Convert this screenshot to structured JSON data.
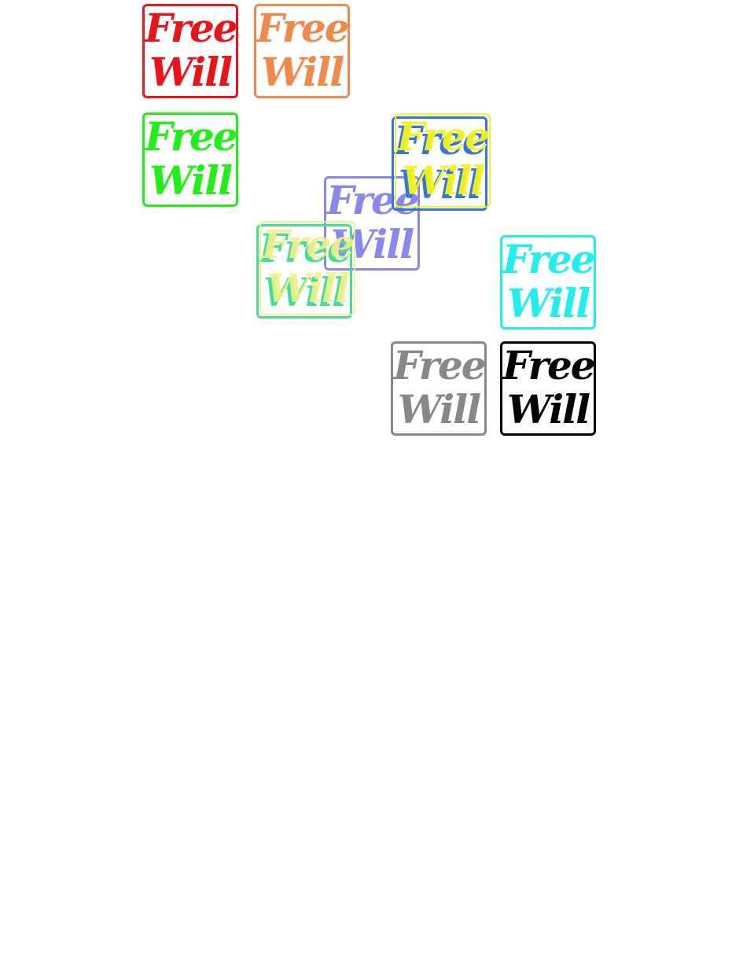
{
  "stamps": [
    {
      "id": "red",
      "line1": "Free",
      "line2": "Will",
      "color": "#e8141a"
    },
    {
      "id": "orange",
      "line1": "Free",
      "line2": "Will",
      "color": "#f08a4a"
    },
    {
      "id": "green",
      "line1": "Free",
      "line2": "Will",
      "color": "#22ee1a"
    },
    {
      "id": "violet",
      "line1": "Free",
      "line2": "Will",
      "color": "#8888ee"
    },
    {
      "id": "blue",
      "line1": "Free",
      "line2": "Will",
      "color": "#3377dd"
    },
    {
      "id": "yellow",
      "line1": "Free",
      "line2": "Will",
      "color": "#f4f41a"
    },
    {
      "id": "mint",
      "line1": "Free",
      "line2": "Will",
      "color": "#44dd99"
    },
    {
      "id": "light-yellow",
      "line1": "Free",
      "line2": "Will",
      "color": "#f2f088"
    },
    {
      "id": "cyan",
      "line1": "Free",
      "line2": "Will",
      "color": "#22eeee"
    },
    {
      "id": "gray",
      "line1": "Free",
      "line2": "Will",
      "color": "#888888"
    },
    {
      "id": "black",
      "line1": "Free",
      "line2": "Will",
      "color": "#000000"
    }
  ]
}
